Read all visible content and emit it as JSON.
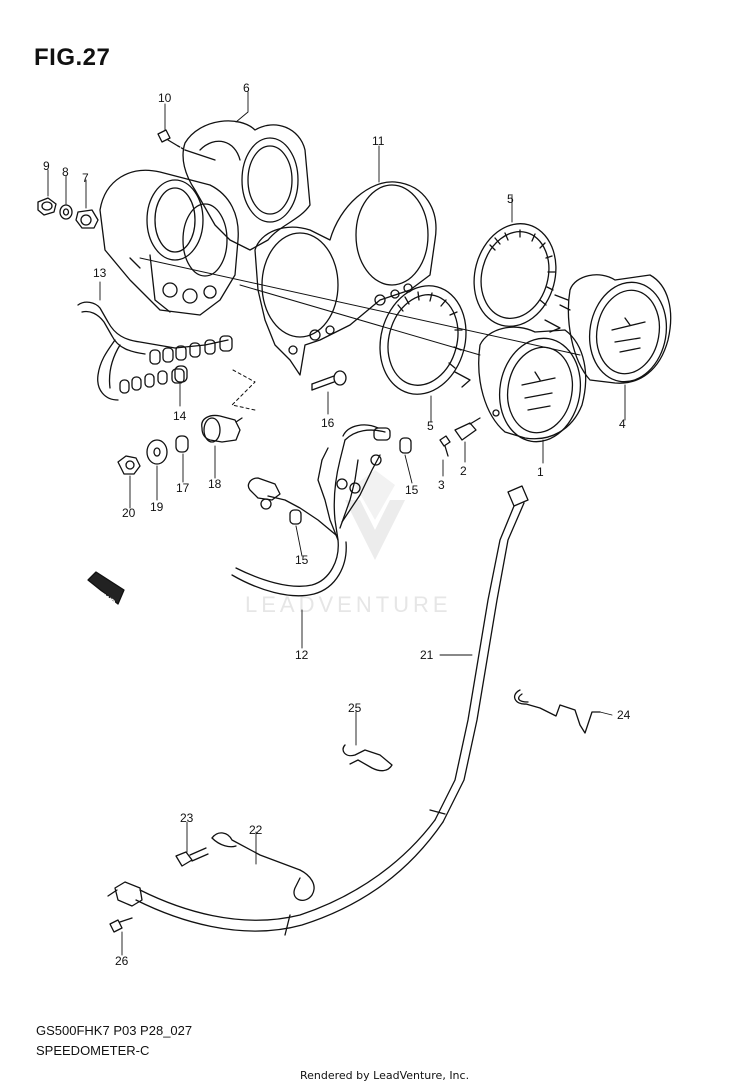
{
  "figure": {
    "title": "FIG.27"
  },
  "footer": {
    "model_code": "GS500FHK7 P03 P28_027",
    "section_name": "SPEEDOMETER-C",
    "credit": "Rendered by LeadVenture, Inc."
  },
  "watermark": {
    "text": "LEADVENTURE"
  },
  "fwd_arrow": {
    "label": "FWD"
  },
  "callouts": [
    "1",
    "2",
    "3",
    "4",
    "5",
    "5",
    "6",
    "7",
    "8",
    "9",
    "10",
    "11",
    "12",
    "13",
    "14",
    "15",
    "15",
    "16",
    "17",
    "18",
    "19",
    "20",
    "21",
    "22",
    "23",
    "24",
    "25",
    "26"
  ],
  "colors": {
    "line": "#111111",
    "watermark": "#e6e6e6",
    "background": "#ffffff"
  }
}
